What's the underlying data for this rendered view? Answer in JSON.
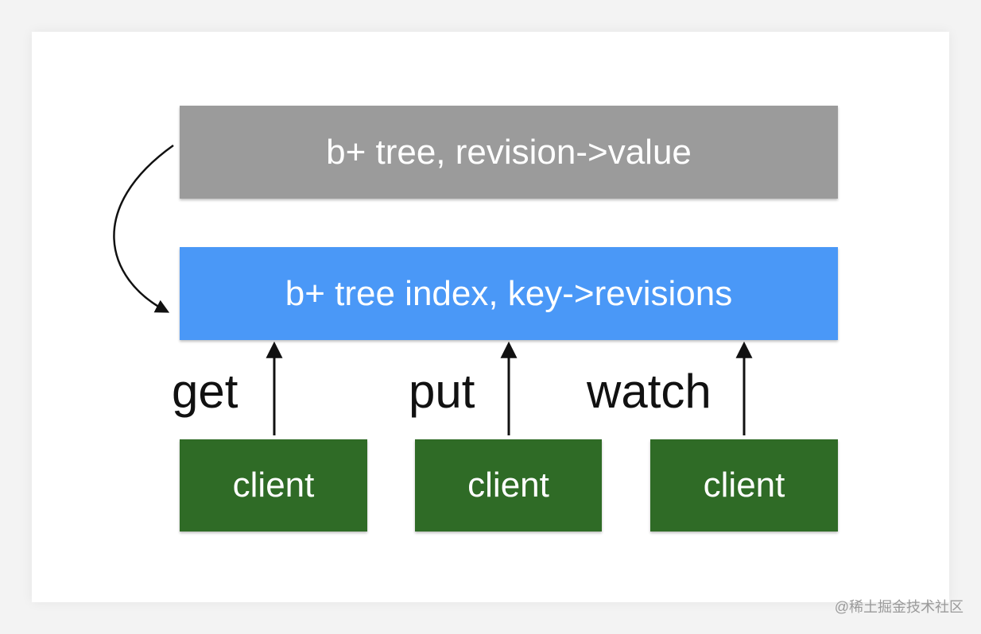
{
  "layers": {
    "top": {
      "label": "b+ tree, revision->value",
      "color": "#9b9b9b"
    },
    "index": {
      "label": "b+ tree index, key->revisions",
      "color": "#4a98f7"
    }
  },
  "operations": [
    "get",
    "put",
    "watch"
  ],
  "clients": [
    {
      "label": "client"
    },
    {
      "label": "client"
    },
    {
      "label": "client"
    }
  ],
  "client_color": "#2f6b26",
  "watermark": "@稀土掘金技术社区"
}
